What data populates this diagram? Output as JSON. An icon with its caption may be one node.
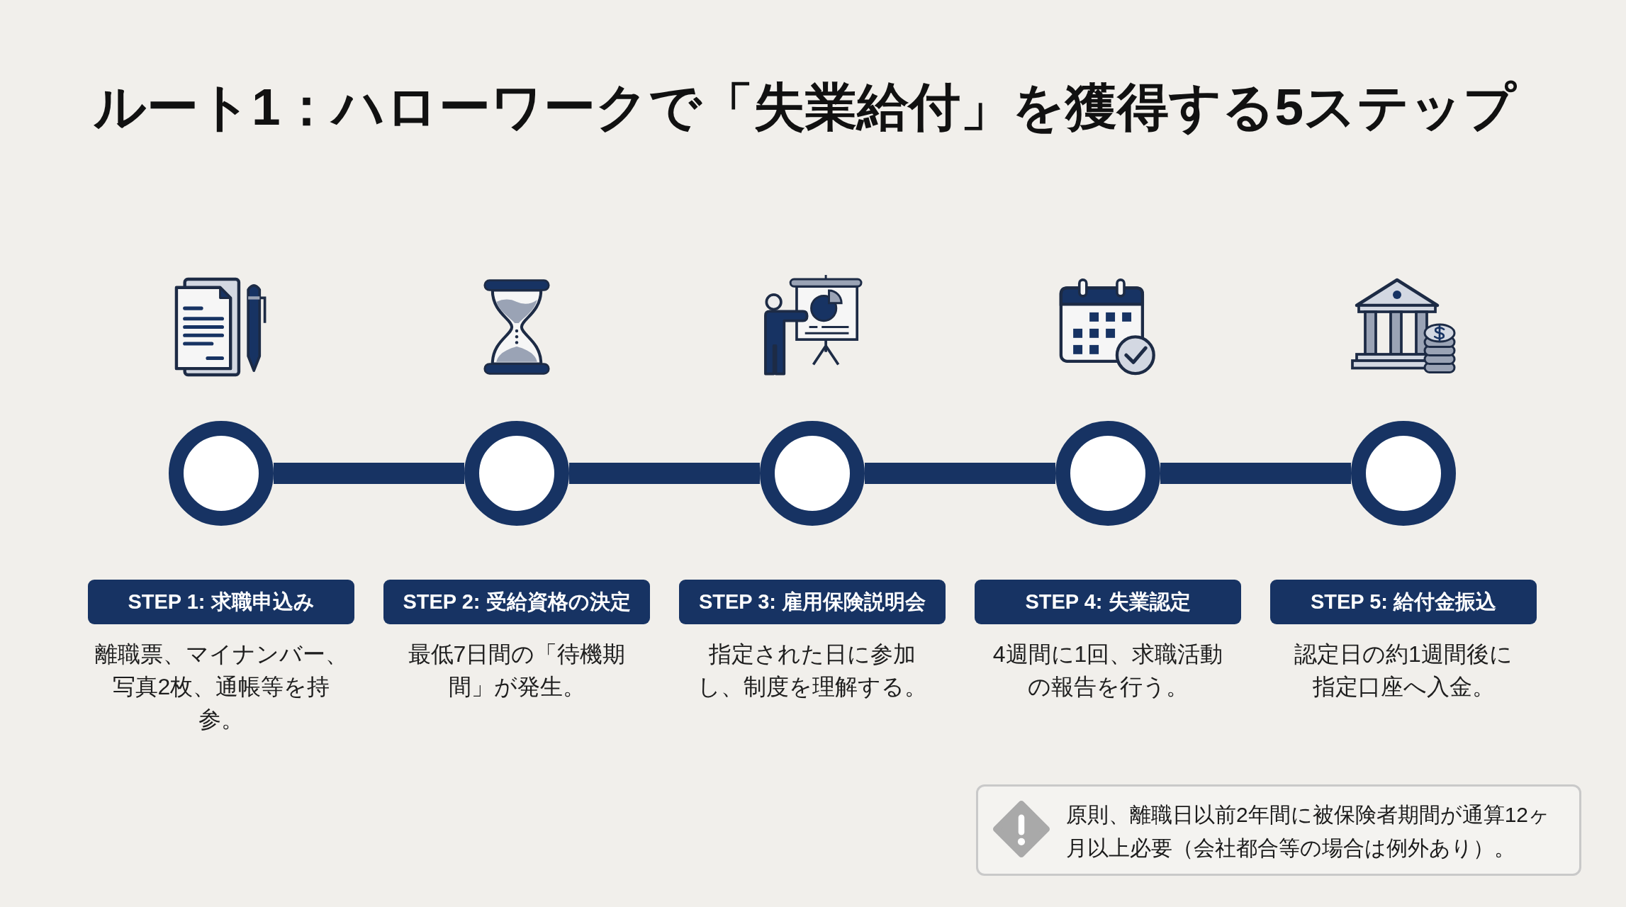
{
  "diagram": {
    "title": "ルート1：ハローワークで「失業給付」を獲得する5ステップ",
    "nodes": [
      {
        "text": [],
        "shape": "circle"
      },
      {
        "text": [],
        "shape": "circle"
      },
      {
        "text": [],
        "shape": "circle"
      },
      {
        "text": [],
        "shape": "circle"
      },
      {
        "text": [],
        "shape": "circle"
      },
      {
        "text": [
          "STEP 1: 求職申込み"
        ],
        "beside": [
          "離職票、マイナンバー、写真2枚、通帳等を持参。"
        ]
      },
      {
        "text": [
          "STEP 2: 受給資格の決定"
        ],
        "beside": [
          "最低7日間の「待機期間」が発生。"
        ]
      },
      {
        "text": [
          "STEP 3: 雇用保険説明会"
        ],
        "beside": [
          "指定された日に参加し、制度を理解する。"
        ]
      },
      {
        "text": [
          "STEP 4: 失業認定"
        ],
        "beside": [
          "4週間に1回、求職活動の報告を行う。"
        ]
      },
      {
        "text": [
          "STEP 5: 給付金振込"
        ],
        "beside": [
          "認定日の約1週間後に指定口座へ入金。"
        ]
      },
      {
        "text": [
          "原則、離職日以前2年間に被保険者期間が通算12ヶ月以上必要（会社都合等の場合は例外あり）。"
        ]
      }
    ],
    "edges": [
      {
        "from": 0,
        "to": 1,
        "arrow": "none"
      },
      {
        "from": 1,
        "to": 2,
        "arrow": "none"
      },
      {
        "from": 2,
        "to": 3,
        "arrow": "none"
      },
      {
        "from": 3,
        "to": 4,
        "arrow": "none"
      }
    ]
  }
}
